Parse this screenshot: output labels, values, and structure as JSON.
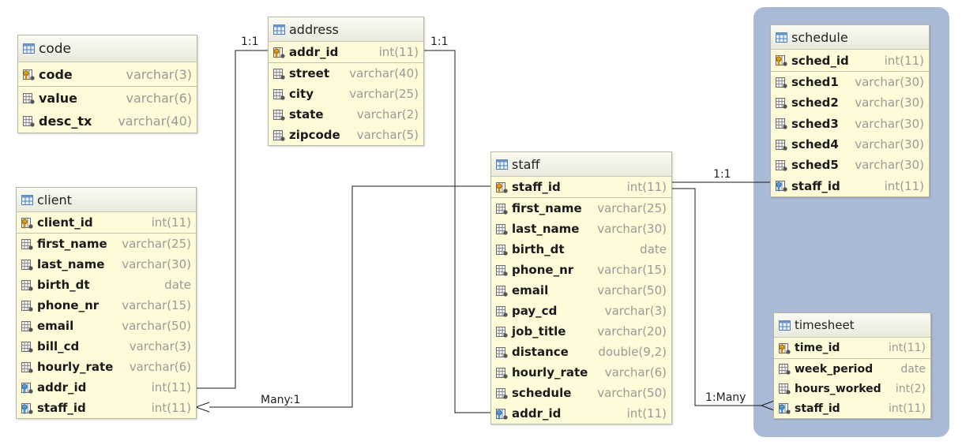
{
  "tables": {
    "code": {
      "title": "code",
      "pk": [
        {
          "name": "code",
          "type": "varchar(3)",
          "icon": "key-column-icon"
        }
      ],
      "cols": [
        {
          "name": "value",
          "type": "varchar(6)",
          "icon": "column-icon"
        },
        {
          "name": "desc_tx",
          "type": "varchar(40)",
          "icon": "column-icon"
        }
      ]
    },
    "address": {
      "title": "address",
      "pk": [
        {
          "name": "addr_id",
          "type": "int(11)",
          "icon": "key-column-icon"
        }
      ],
      "cols": [
        {
          "name": "street",
          "type": "varchar(40)",
          "icon": "column-icon"
        },
        {
          "name": "city",
          "type": "varchar(25)",
          "icon": "column-icon"
        },
        {
          "name": "state",
          "type": "varchar(2)",
          "icon": "column-icon"
        },
        {
          "name": "zipcode",
          "type": "varchar(5)",
          "icon": "column-icon"
        }
      ]
    },
    "client": {
      "title": "client",
      "pk": [
        {
          "name": "client_id",
          "type": "int(11)",
          "icon": "key-column-icon"
        }
      ],
      "cols": [
        {
          "name": "first_name",
          "type": "varchar(25)",
          "icon": "column-icon"
        },
        {
          "name": "last_name",
          "type": "varchar(30)",
          "icon": "column-icon"
        },
        {
          "name": "birth_dt",
          "type": "date",
          "icon": "column-icon"
        },
        {
          "name": "phone_nr",
          "type": "varchar(15)",
          "icon": "column-icon"
        },
        {
          "name": "email",
          "type": "varchar(50)",
          "icon": "column-icon"
        },
        {
          "name": "bill_cd",
          "type": "varchar(3)",
          "icon": "column-icon"
        },
        {
          "name": "hourly_rate",
          "type": "varchar(6)",
          "icon": "column-icon"
        },
        {
          "name": "addr_id",
          "type": "int(11)",
          "icon": "foreign-key-column-icon"
        },
        {
          "name": "staff_id",
          "type": "int(11)",
          "icon": "foreign-key-column-icon"
        }
      ]
    },
    "staff": {
      "title": "staff",
      "pk": [
        {
          "name": "staff_id",
          "type": "int(11)",
          "icon": "key-column-icon"
        }
      ],
      "cols": [
        {
          "name": "first_name",
          "type": "varchar(25)",
          "icon": "column-icon"
        },
        {
          "name": "last_name",
          "type": "varchar(30)",
          "icon": "column-icon"
        },
        {
          "name": "birth_dt",
          "type": "date",
          "icon": "column-icon"
        },
        {
          "name": "phone_nr",
          "type": "varchar(15)",
          "icon": "column-icon"
        },
        {
          "name": "email",
          "type": "varchar(50)",
          "icon": "column-icon"
        },
        {
          "name": "pay_cd",
          "type": "varchar(3)",
          "icon": "column-icon"
        },
        {
          "name": "job_title",
          "type": "varchar(20)",
          "icon": "column-icon"
        },
        {
          "name": "distance",
          "type": "double(9,2)",
          "icon": "column-icon"
        },
        {
          "name": "hourly_rate",
          "type": "varchar(6)",
          "icon": "column-icon"
        },
        {
          "name": "schedule",
          "type": "varchar(50)",
          "icon": "column-icon"
        },
        {
          "name": "addr_id",
          "type": "int(11)",
          "icon": "foreign-key-column-icon"
        }
      ]
    },
    "schedule": {
      "title": "schedule",
      "pk": [
        {
          "name": "sched_id",
          "type": "int(11)",
          "icon": "key-column-icon"
        }
      ],
      "cols": [
        {
          "name": "sched1",
          "type": "varchar(30)",
          "icon": "column-icon"
        },
        {
          "name": "sched2",
          "type": "varchar(30)",
          "icon": "column-icon"
        },
        {
          "name": "sched3",
          "type": "varchar(30)",
          "icon": "column-icon"
        },
        {
          "name": "sched4",
          "type": "varchar(30)",
          "icon": "column-icon"
        },
        {
          "name": "sched5",
          "type": "varchar(30)",
          "icon": "column-icon"
        },
        {
          "name": "staff_id",
          "type": "int(11)",
          "icon": "foreign-key-column-icon"
        }
      ]
    },
    "timesheet": {
      "title": "timesheet",
      "pk": [
        {
          "name": "time_id",
          "type": "int(11)",
          "icon": "key-column-icon"
        }
      ],
      "cols": [
        {
          "name": "week_period",
          "type": "date",
          "icon": "column-icon"
        },
        {
          "name": "hours_worked",
          "type": "int(2)",
          "icon": "column-icon"
        },
        {
          "name": "staff_id",
          "type": "int(11)",
          "icon": "foreign-key-column-icon"
        }
      ]
    }
  },
  "relationships": {
    "client_address": "1:1",
    "staff_address": "1:1",
    "client_staff": "Many:1",
    "staff_schedule": "1:1",
    "staff_timesheet": "1:Many"
  },
  "colors": {
    "group_background": "#a9bad6",
    "table_background": "#fdfbd8",
    "type_text": "#9a9a9a",
    "line": "#1a1a1a"
  }
}
